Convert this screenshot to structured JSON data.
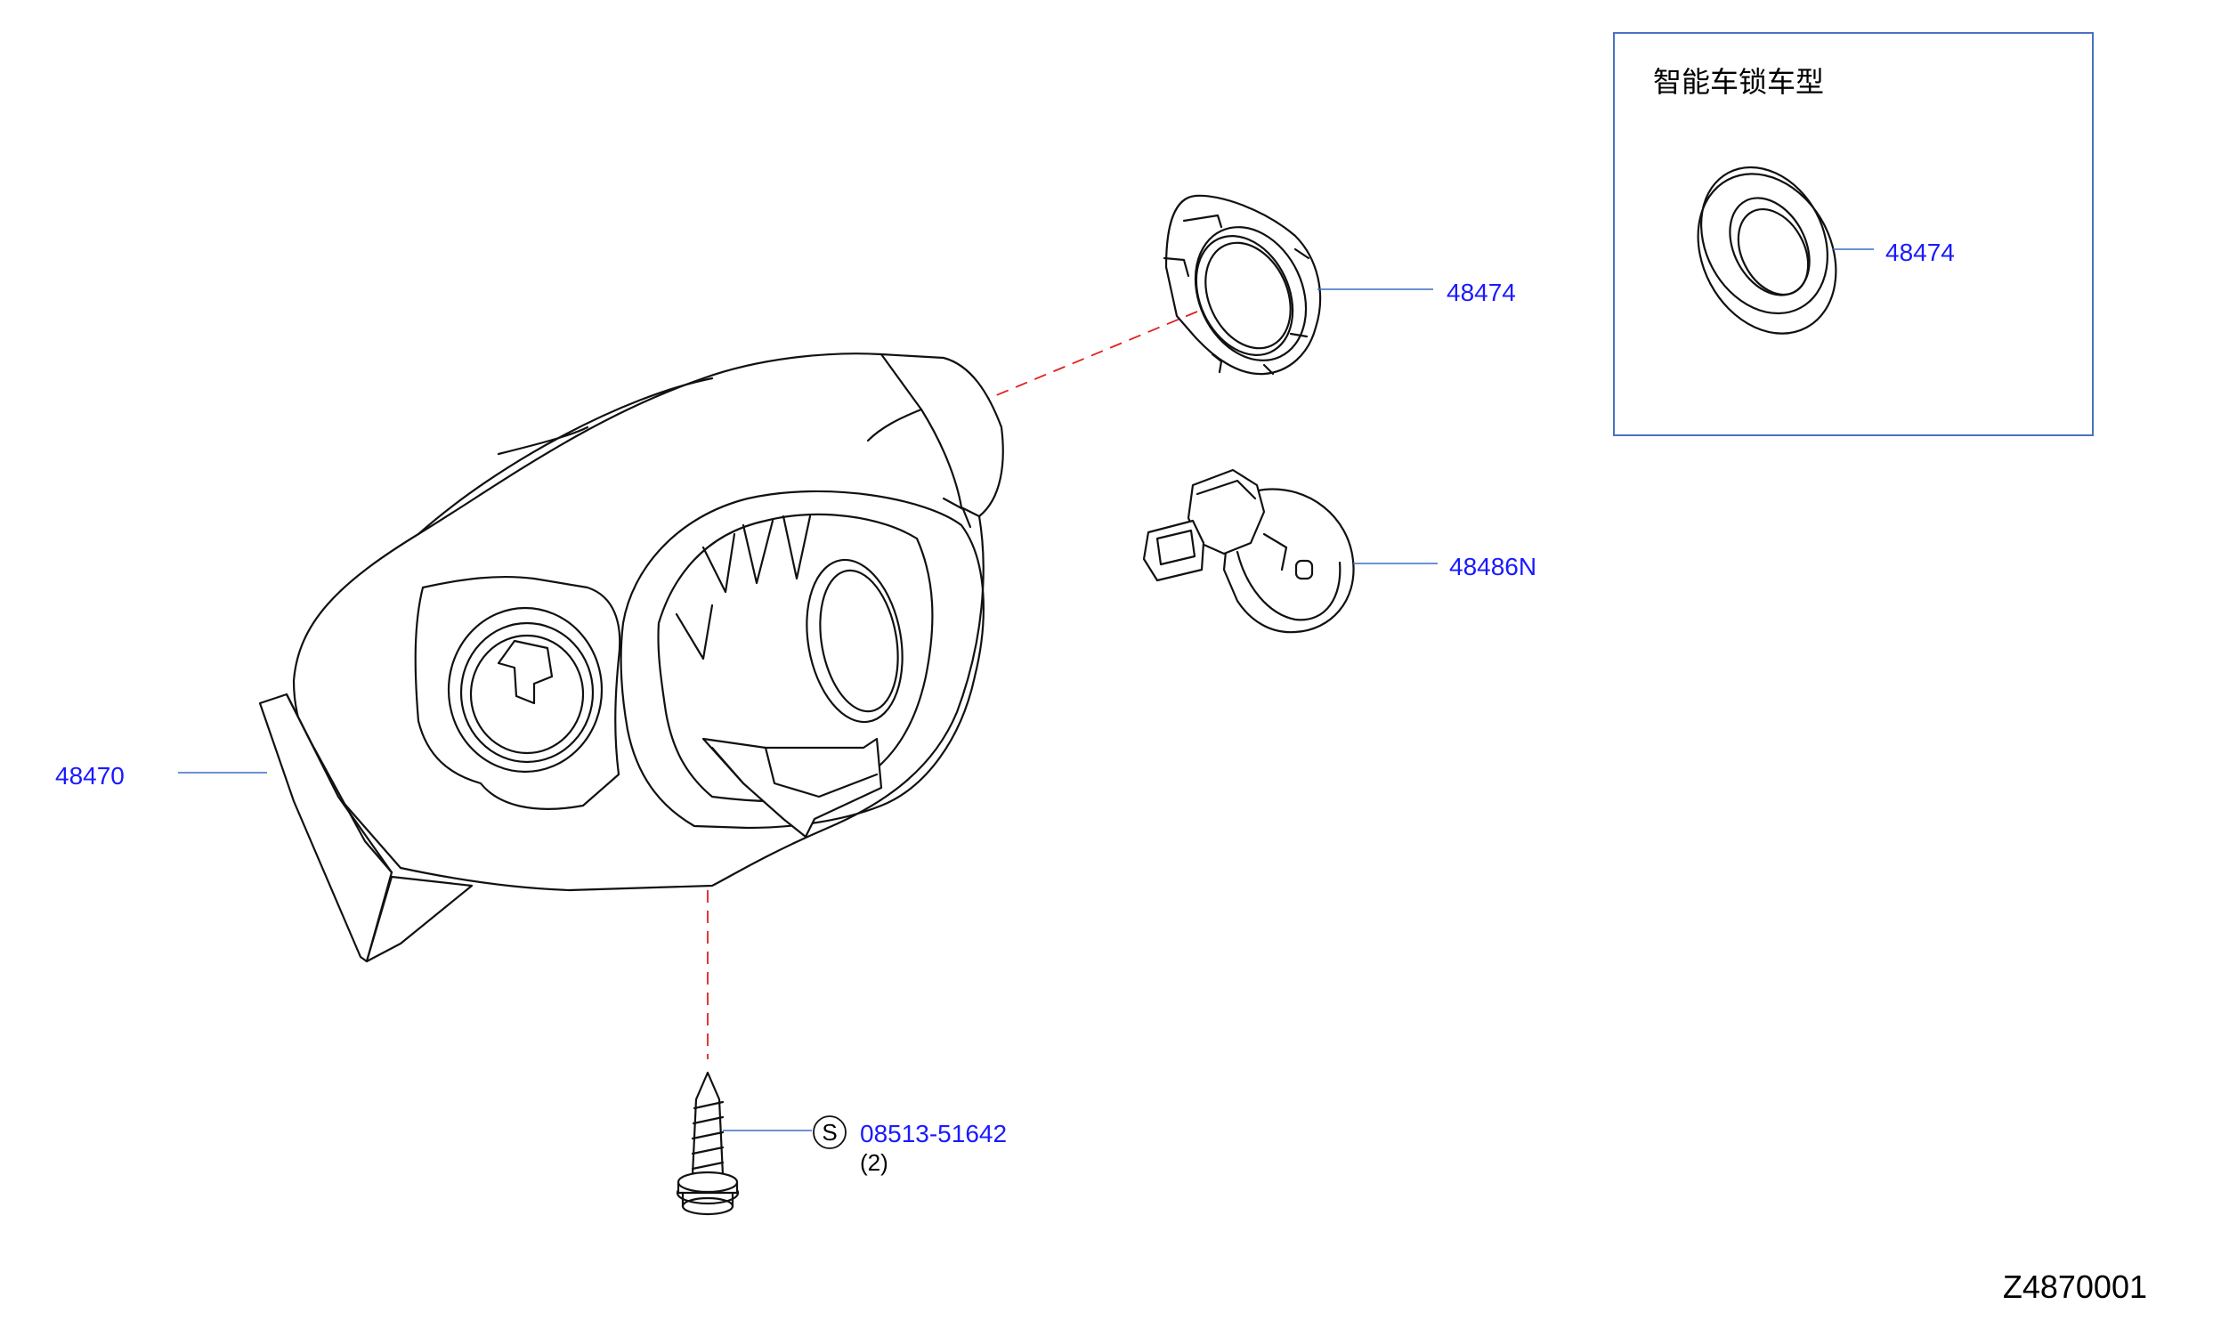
{
  "colors": {
    "callout": "#1a1aff",
    "leader": "#3a6ec0",
    "dash": "#e02020",
    "line": "#111111",
    "box_border": "#4a72c4",
    "text": "#000000"
  },
  "inset": {
    "title": "智能车锁车型",
    "part_number": "48474"
  },
  "callouts": {
    "ring_upper": "48474",
    "antenna": "48486N",
    "cover": "48470",
    "screw": "08513-51642"
  },
  "screw": {
    "symbol": "S",
    "quantity": "(2)"
  },
  "diagram_code": "Z4870001"
}
